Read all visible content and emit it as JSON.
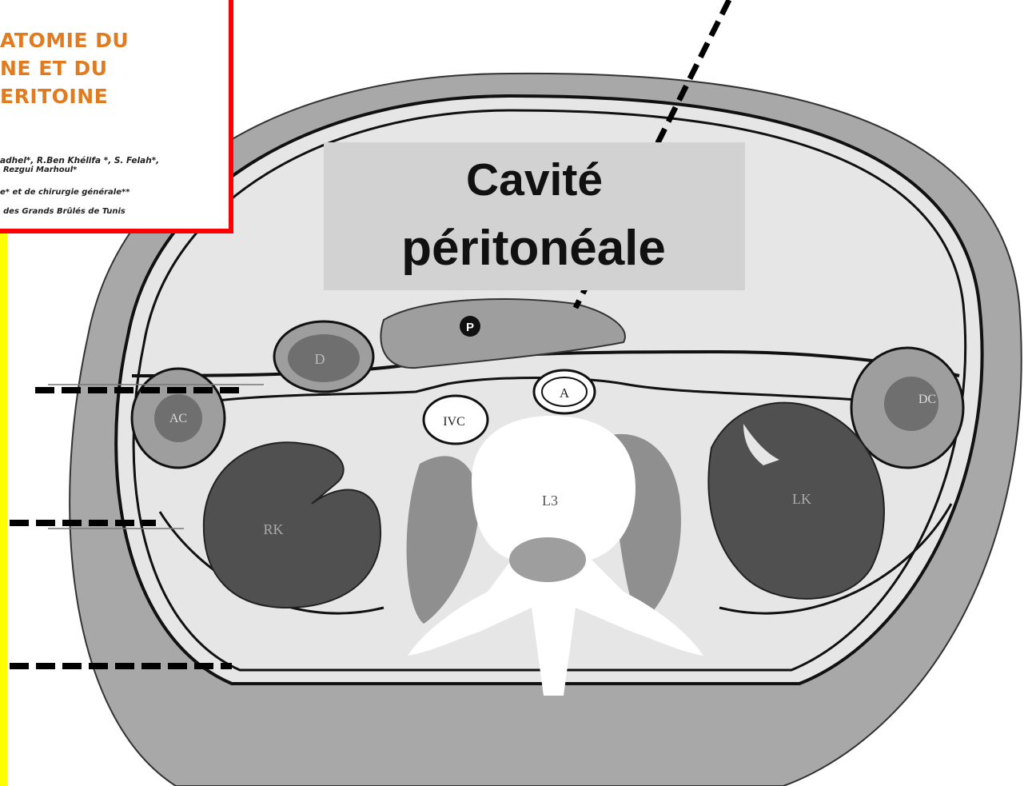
{
  "title_card": {
    "title_lines": [
      "ATOMIE DU",
      "NE ET DU",
      "ERITOINE"
    ],
    "authors_lines": [
      "adhel*, R.Ben Khélifa *, S. Felah*,",
      "Rezgui Marhoul*"
    ],
    "dept_line": "e* et de chirurgie générale**",
    "center_line": "des Grands Brûlés de Tunis"
  },
  "cavity_label": {
    "line1": "Cavité",
    "line2": "péritonéale"
  },
  "structures": {
    "pancreas": "P",
    "duodenum": "D",
    "aorta": "A",
    "ivc": "IVC",
    "ascending_colon": "AC",
    "descending_colon": "DC",
    "vertebra": "L3",
    "right_kidney": "RK",
    "left_kidney": "LK"
  },
  "colors": {
    "title_border": "#ff0000",
    "title_text": "#e07b1f",
    "side_bar": "#ffff00",
    "label_box": "#d2d2d2"
  }
}
